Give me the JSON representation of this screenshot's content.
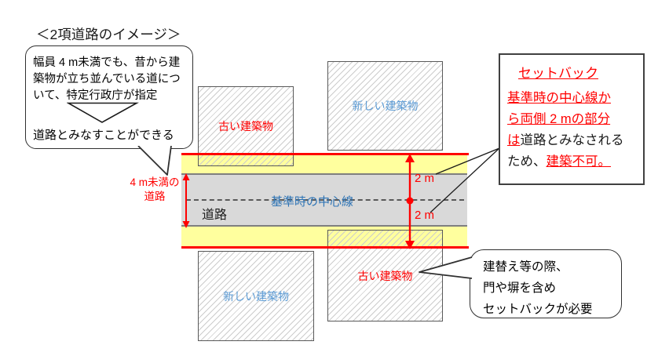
{
  "title": "＜2項道路のイメージ＞",
  "bubble_top": {
    "line1": "幅員 4 m未満でも、昔から建",
    "line2": "築物が立ち並んでいる道につ",
    "line3": "いて、特定行政庁が指定",
    "conclusion": "道路とみなすことができる"
  },
  "road": {
    "surface_label": "道路",
    "centerline_label": "基準時の中心線",
    "width_note_line1": "4 m未満の",
    "width_note_line2": "道路",
    "dim_top": "2 m",
    "dim_bottom": "2 m"
  },
  "buildings": [
    {
      "id": "top-left-old",
      "label": "古い建築物",
      "type": "old"
    },
    {
      "id": "top-right-new",
      "label": "新しい建築物",
      "type": "new"
    },
    {
      "id": "bottom-left-new",
      "label": "新しい建築物",
      "type": "new"
    },
    {
      "id": "bottom-right-old",
      "label": "古い建築物",
      "type": "old"
    }
  ],
  "setback_box": {
    "title": "セットバック",
    "line1": "基準時の中心線か",
    "line2": "ら両側 2 mの部分",
    "line3_red": "は",
    "line3_black": "道路とみなされる",
    "line4_black": "ため、",
    "line4_red": "建築不可。"
  },
  "bubble_bottom": {
    "line1": "建替え等の際、",
    "line2": "門や塀を含め",
    "line3": "セットバックが必要"
  },
  "colors": {
    "setback_zone": "#ffff9e",
    "road_surface": "#d9d9d9",
    "accent_red": "#ff0000",
    "new_building_blue": "#5b9bd5",
    "centerline_blue": "#2e74b5"
  }
}
